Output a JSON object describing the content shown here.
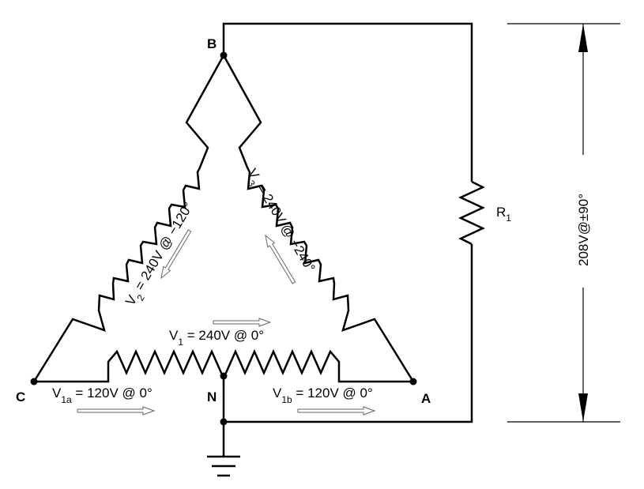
{
  "nodes": {
    "B": "B",
    "C": "C",
    "A": "A",
    "N": "N"
  },
  "resistor": {
    "label": "R",
    "sub": "1"
  },
  "measurement": {
    "label": "208V@±90°"
  },
  "v1": {
    "name": "V",
    "sub": "1",
    "value": " = 240V @ 0°"
  },
  "v2": {
    "name": "V",
    "sub": "2",
    "value": " = 240V @ −120°"
  },
  "v3": {
    "name": "V",
    "sub": "3",
    "value": " = 240V @ −240°"
  },
  "v1a": {
    "name": "V",
    "sub": "1a",
    "value": " = 120V @ 0°"
  },
  "v1b": {
    "name": "V",
    "sub": "1b",
    "value": " = 120V @ 0°"
  },
  "colors": {
    "line": "#000000",
    "arrow_stroke": "#666666",
    "background": "#ffffff"
  }
}
